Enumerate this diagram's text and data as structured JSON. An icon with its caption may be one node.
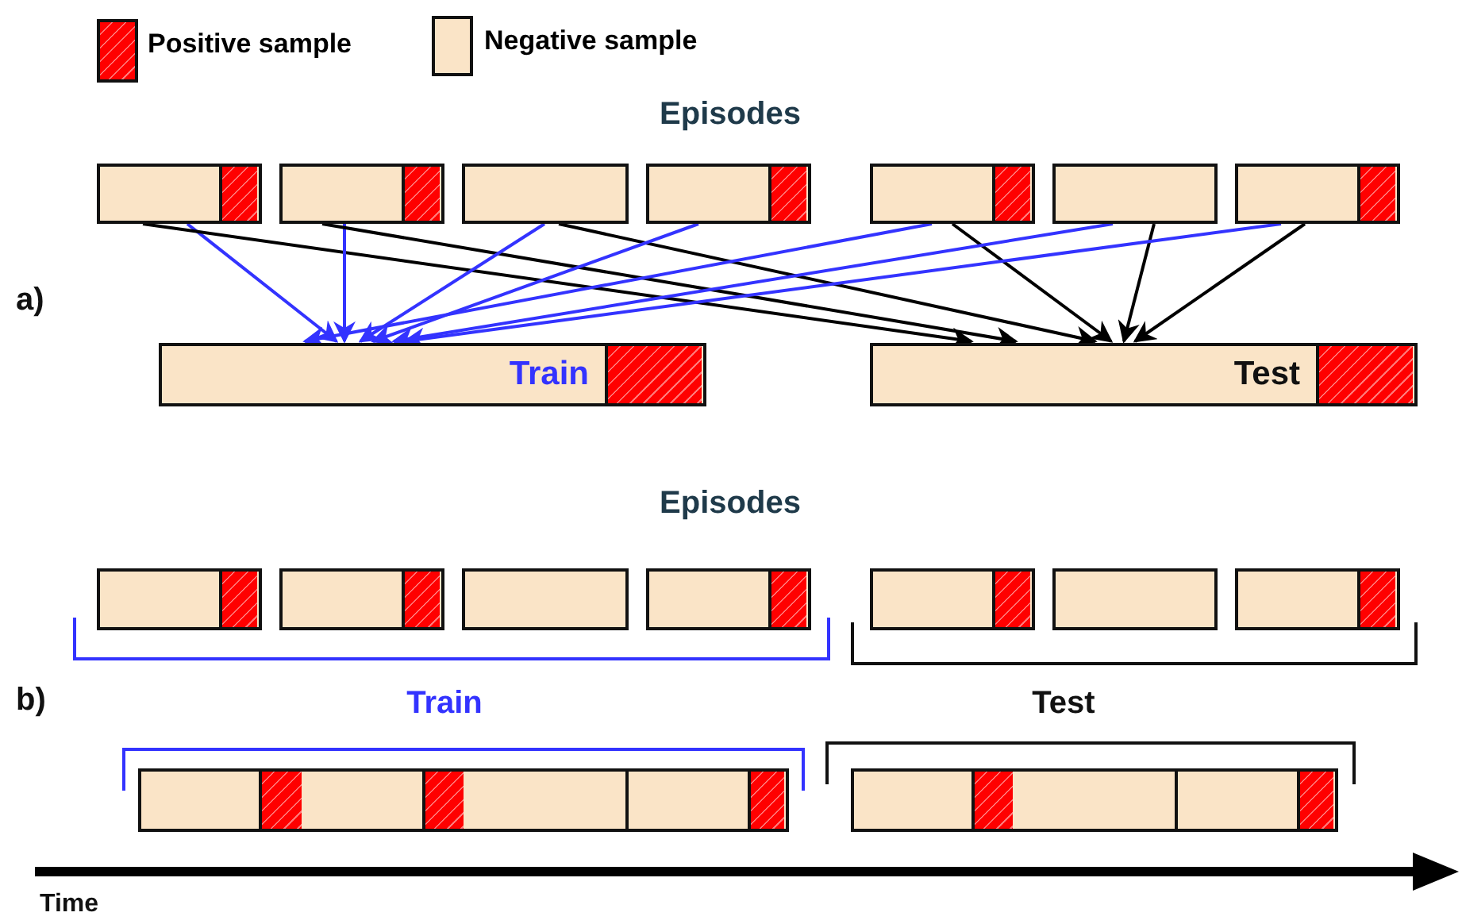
{
  "diagram": {
    "nodes": [
      {
        "text": [],
        "shape": "bar"
      },
      {
        "text": [],
        "shape": "bar"
      },
      {
        "text": [],
        "shape": "bar"
      },
      {
        "text": [],
        "shape": "bar"
      },
      {
        "text": [],
        "shape": "bar"
      },
      {
        "text": [],
        "shape": "bar"
      },
      {
        "text": [],
        "shape": "bar"
      },
      {
        "text": [
          "Train"
        ]
      },
      {
        "text": [
          "Test"
        ]
      },
      {
        "text": [],
        "shape": "bar"
      },
      {
        "text": [],
        "shape": "bar"
      },
      {
        "text": [],
        "shape": "bar"
      },
      {
        "text": [],
        "shape": "bar"
      },
      {
        "text": [],
        "shape": "bar"
      },
      {
        "text": [],
        "shape": "bar"
      },
      {
        "text": [],
        "shape": "bar"
      },
      {
        "text": [],
        "shape": "bar"
      },
      {
        "text": [],
        "shape": "bar"
      }
    ],
    "edges": [
      {
        "from": 0,
        "to": 7,
        "arrow": "to",
        "color": "#3333ff"
      },
      {
        "from": 0,
        "to": 8,
        "arrow": "to",
        "color": "#000000"
      },
      {
        "from": 1,
        "to": 7,
        "arrow": "to",
        "color": "#3333ff"
      },
      {
        "from": 1,
        "to": 8,
        "arrow": "to",
        "color": "#000000"
      },
      {
        "from": 2,
        "to": 7,
        "arrow": "to",
        "color": "#3333ff"
      },
      {
        "from": 2,
        "to": 8,
        "arrow": "to",
        "color": "#000000"
      },
      {
        "from": 3,
        "to": 7,
        "arrow": "to",
        "color": "#3333ff"
      },
      {
        "from": 4,
        "to": 7,
        "arrow": "to",
        "color": "#3333ff"
      },
      {
        "from": 4,
        "to": 8,
        "arrow": "to",
        "color": "#000000"
      },
      {
        "from": 5,
        "to": 7,
        "arrow": "to",
        "color": "#3333ff"
      },
      {
        "from": 5,
        "to": 8,
        "arrow": "to",
        "color": "#000000"
      },
      {
        "from": 6,
        "to": 7,
        "arrow": "to",
        "color": "#3333ff"
      },
      {
        "from": 6,
        "to": 8,
        "arrow": "to",
        "color": "#000000"
      }
    ],
    "labels": [
      "Episodes",
      "a)",
      "Episodes",
      "b)",
      "Train",
      "Test",
      "Time"
    ],
    "legend": [
      {
        "text": "Positive sample",
        "color": "#ff0000"
      },
      {
        "text": "Negative sample",
        "color": "#fae4c7"
      }
    ]
  }
}
